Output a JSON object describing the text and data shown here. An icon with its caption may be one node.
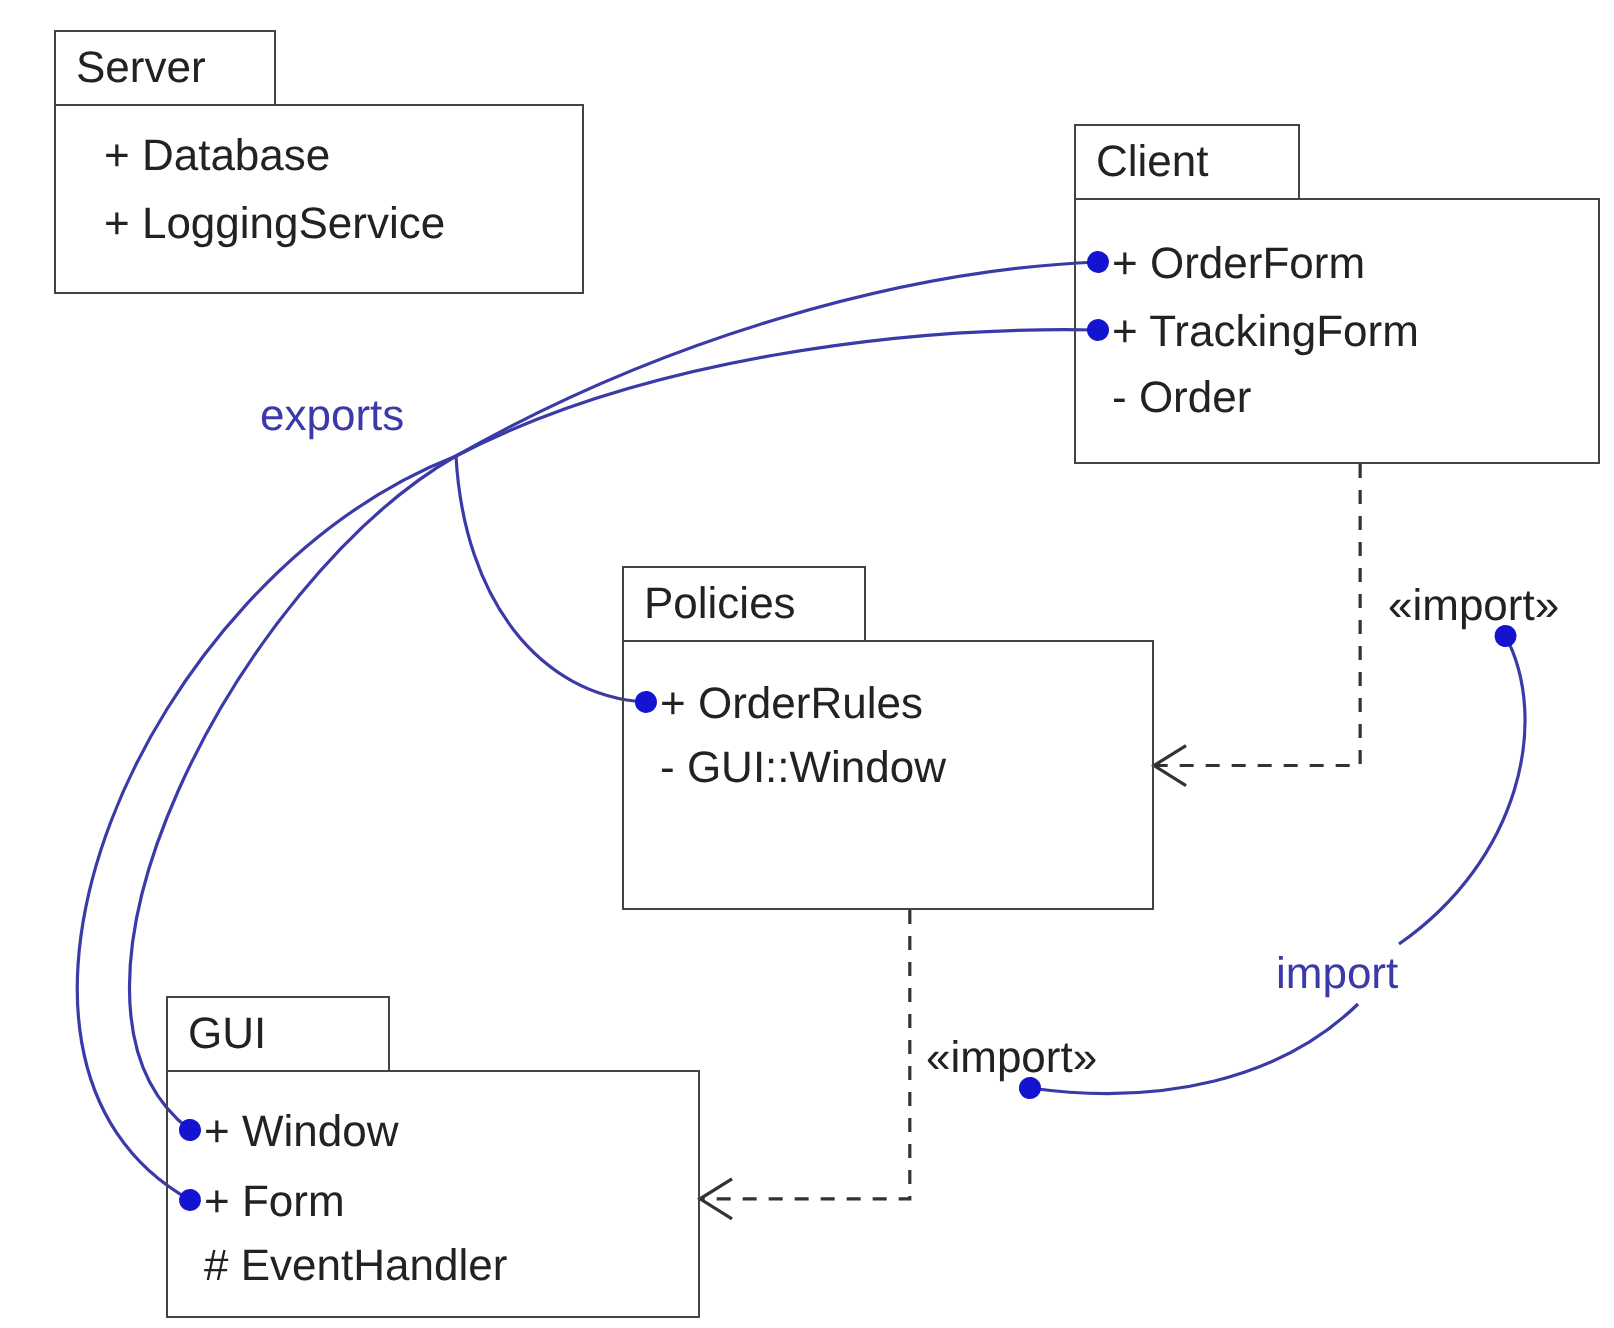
{
  "diagram": {
    "nodes": [
      {
        "text": [
          "Server"
        ]
      },
      {
        "text": [
          "+ Database"
        ],
        "in": 0
      },
      {
        "text": [
          "+ LoggingService"
        ],
        "in": 0
      },
      {
        "text": [
          "Client"
        ]
      },
      {
        "text": [
          "+ OrderForm"
        ],
        "in": 3
      },
      {
        "text": [
          "+ TrackingForm"
        ],
        "in": 3
      },
      {
        "text": [
          "- Order"
        ],
        "in": 3
      },
      {
        "text": [
          "Policies"
        ]
      },
      {
        "text": [
          "+ OrderRules"
        ],
        "in": 7
      },
      {
        "text": [
          "- GUI::Window"
        ],
        "in": 7
      },
      {
        "text": [
          "GUI"
        ]
      },
      {
        "text": [
          "+ Window"
        ],
        "in": 10
      },
      {
        "text": [
          "+ Form"
        ],
        "in": 10
      },
      {
        "text": [
          "# EventHandler"
        ],
        "in": 10
      },
      {
        "text": [
          "exports"
        ]
      },
      {
        "text": [
          "«import»"
        ]
      },
      {
        "text": [
          "«import»"
        ]
      },
      {
        "text": [
          "import"
        ]
      }
    ],
    "edges": [
      {
        "from": 3,
        "to": 7,
        "arrow": "to",
        "style": "dashed",
        "color": "#333333"
      },
      {
        "from": 7,
        "to": 10,
        "arrow": "to",
        "style": "dashed",
        "color": "#333333"
      },
      {
        "from": 14,
        "to": 4,
        "arrow": "other"
      },
      {
        "from": 14,
        "to": 5,
        "arrow": "other"
      },
      {
        "from": 14,
        "to": 8,
        "arrow": "other"
      },
      {
        "from": 14,
        "to": 11,
        "arrow": "other"
      },
      {
        "from": 14,
        "to": 12,
        "arrow": "other"
      },
      {
        "from": 17,
        "to": 15,
        "arrow": "other"
      },
      {
        "from": 17,
        "to": 16,
        "arrow": "other"
      }
    ]
  }
}
